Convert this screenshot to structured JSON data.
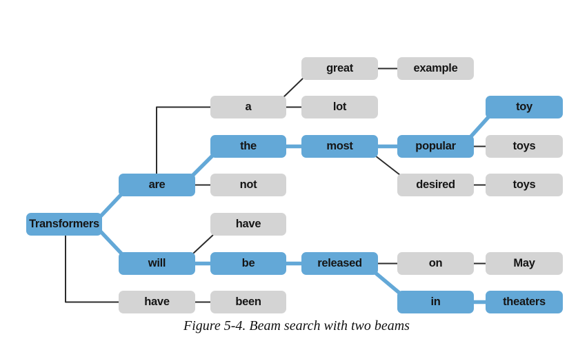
{
  "caption": "Figure 5-4. Beam search with two beams",
  "colors": {
    "beam": "#63a8d7",
    "inactive": "#d4d4d4",
    "edge": "#2b2b2b",
    "ink": "#151515",
    "paper": "#ffffff"
  },
  "nodes": [
    {
      "id": "transformers",
      "label": "Transformers",
      "state": "beam"
    },
    {
      "id": "are",
      "label": "are",
      "state": "beam"
    },
    {
      "id": "a",
      "label": "a",
      "state": "pruned"
    },
    {
      "id": "great",
      "label": "great",
      "state": "pruned"
    },
    {
      "id": "example",
      "label": "example",
      "state": "pruned"
    },
    {
      "id": "lot",
      "label": "lot",
      "state": "pruned"
    },
    {
      "id": "the",
      "label": "the",
      "state": "beam"
    },
    {
      "id": "most",
      "label": "most",
      "state": "beam"
    },
    {
      "id": "popular",
      "label": "popular",
      "state": "beam"
    },
    {
      "id": "toy",
      "label": "toy",
      "state": "beam"
    },
    {
      "id": "toys-after-popular",
      "label": "toys",
      "state": "pruned"
    },
    {
      "id": "not",
      "label": "not",
      "state": "pruned"
    },
    {
      "id": "desired",
      "label": "desired",
      "state": "pruned"
    },
    {
      "id": "toys-after-desired",
      "label": "toys",
      "state": "pruned"
    },
    {
      "id": "have-after-will",
      "label": "have",
      "state": "pruned"
    },
    {
      "id": "will",
      "label": "will",
      "state": "beam"
    },
    {
      "id": "be",
      "label": "be",
      "state": "beam"
    },
    {
      "id": "released",
      "label": "released",
      "state": "beam"
    },
    {
      "id": "on",
      "label": "on",
      "state": "pruned"
    },
    {
      "id": "may",
      "label": "May",
      "state": "pruned"
    },
    {
      "id": "in",
      "label": "in",
      "state": "beam"
    },
    {
      "id": "theaters",
      "label": "theaters",
      "state": "beam"
    },
    {
      "id": "have-bottom",
      "label": "have",
      "state": "pruned"
    },
    {
      "id": "been",
      "label": "been",
      "state": "pruned"
    }
  ],
  "edges": [
    {
      "from": "Transformers",
      "to": "are",
      "beam": true
    },
    {
      "from": "Transformers",
      "to": "will",
      "beam": true
    },
    {
      "from": "Transformers",
      "to": "have",
      "beam": false
    },
    {
      "from": "are",
      "to": "a",
      "beam": false
    },
    {
      "from": "are",
      "to": "the",
      "beam": true
    },
    {
      "from": "are",
      "to": "not",
      "beam": false
    },
    {
      "from": "a",
      "to": "great",
      "beam": false
    },
    {
      "from": "a",
      "to": "lot",
      "beam": false
    },
    {
      "from": "great",
      "to": "example",
      "beam": false
    },
    {
      "from": "the",
      "to": "most",
      "beam": true
    },
    {
      "from": "most",
      "to": "popular",
      "beam": true
    },
    {
      "from": "most",
      "to": "desired",
      "beam": false
    },
    {
      "from": "popular",
      "to": "toy",
      "beam": true
    },
    {
      "from": "popular",
      "to": "toys",
      "beam": false
    },
    {
      "from": "desired",
      "to": "toys",
      "beam": false
    },
    {
      "from": "will",
      "to": "have",
      "beam": false
    },
    {
      "from": "will",
      "to": "be",
      "beam": true
    },
    {
      "from": "be",
      "to": "released",
      "beam": true
    },
    {
      "from": "released",
      "to": "on",
      "beam": false
    },
    {
      "from": "released",
      "to": "in",
      "beam": true
    },
    {
      "from": "on",
      "to": "May",
      "beam": false
    },
    {
      "from": "in",
      "to": "theaters",
      "beam": true
    },
    {
      "from": "have",
      "to": "been",
      "beam": false
    }
  ]
}
